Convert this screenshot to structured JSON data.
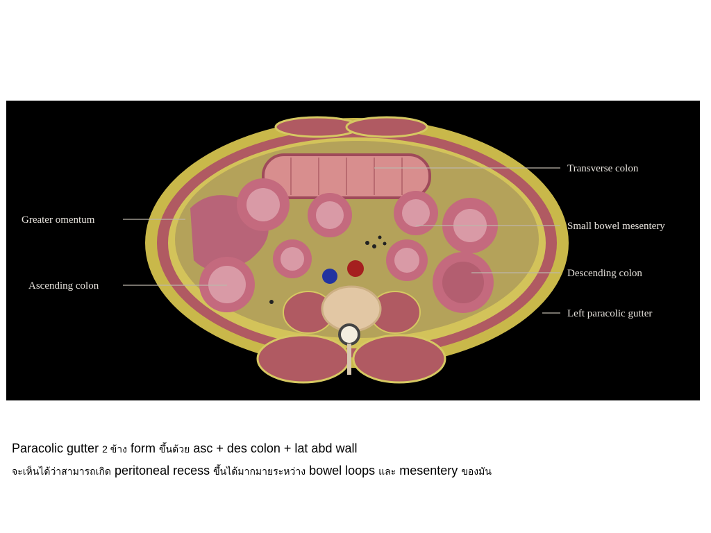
{
  "diagram": {
    "labels": {
      "transverse_colon": "Transverse colon",
      "greater_omentum": "Greater omentum",
      "small_bowel_mesentery": "Small bowel mesentery",
      "ascending_colon": "Ascending colon",
      "descending_colon": "Descending colon",
      "left_paracolic_gutter": "Left paracolic gutter"
    },
    "colors": {
      "background": "#000000",
      "fat": "#c9b84a",
      "muscle": "#b05a62",
      "bowel": "#c46a7e",
      "bowel_lumen": "#d99aa6",
      "artery": "#a51f1f",
      "vein": "#2233a0",
      "bone": "#d8c8b0"
    }
  },
  "caption": {
    "line1": {
      "a": "Paracolic gutter ",
      "b": "2 ข้าง",
      "c": " form ",
      "d": "ขึ้นด้วย",
      "e": " asc + des colon + lat abd wall"
    },
    "line2": {
      "a": "จะเห็นได้ว่าสามารถเกิด",
      "b": " peritoneal recess ",
      "c": "ขึ้นได้มากมายระหว่าง",
      "d": " bowel loops ",
      "e": "และ",
      "f": " mesentery ",
      "g": "ของมัน"
    }
  }
}
